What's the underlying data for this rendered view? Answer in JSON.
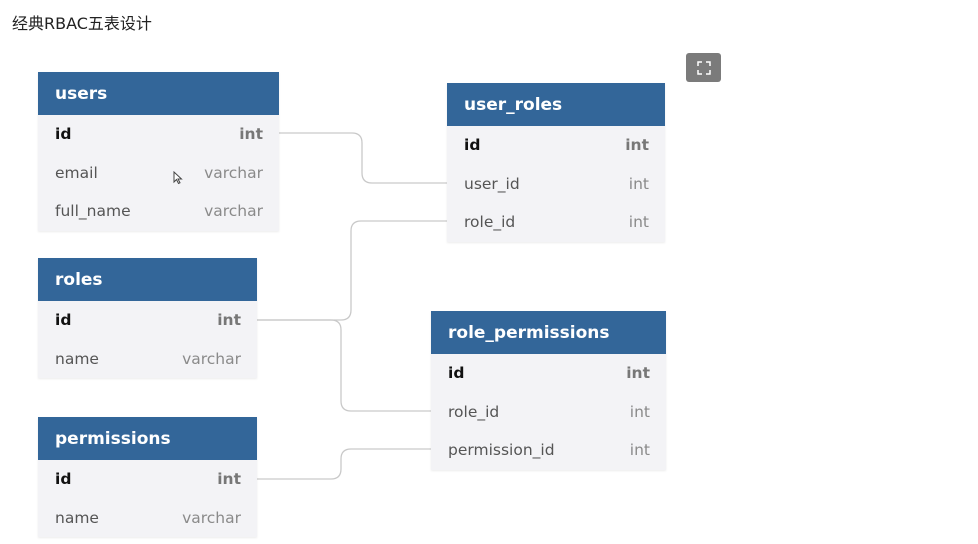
{
  "page_title": "经典RBAC五表设计",
  "icons": {
    "expand": "expand-icon",
    "cursor": "mouse-cursor-icon"
  },
  "colors": {
    "header": "#336699",
    "body": "#f3f3f6",
    "connector": "#c9c9c9",
    "expand_button": "#7b7b7b"
  },
  "tables": {
    "users": {
      "name": "users",
      "fields": [
        {
          "name": "id",
          "type": "int",
          "pk": true
        },
        {
          "name": "email",
          "type": "varchar"
        },
        {
          "name": "full_name",
          "type": "varchar"
        }
      ]
    },
    "roles": {
      "name": "roles",
      "fields": [
        {
          "name": "id",
          "type": "int",
          "pk": true
        },
        {
          "name": "name",
          "type": "varchar"
        }
      ]
    },
    "permissions": {
      "name": "permissions",
      "fields": [
        {
          "name": "id",
          "type": "int",
          "pk": true
        },
        {
          "name": "name",
          "type": "varchar"
        }
      ]
    },
    "user_roles": {
      "name": "user_roles",
      "fields": [
        {
          "name": "id",
          "type": "int",
          "pk": true
        },
        {
          "name": "user_id",
          "type": "int"
        },
        {
          "name": "role_id",
          "type": "int"
        }
      ]
    },
    "role_permissions": {
      "name": "role_permissions",
      "fields": [
        {
          "name": "id",
          "type": "int",
          "pk": true
        },
        {
          "name": "role_id",
          "type": "int"
        },
        {
          "name": "permission_id",
          "type": "int"
        }
      ]
    }
  },
  "relations": [
    {
      "from": "users.id",
      "to": "user_roles.user_id"
    },
    {
      "from": "roles.id",
      "to": "user_roles.role_id"
    },
    {
      "from": "roles.id",
      "to": "role_permissions.role_id"
    },
    {
      "from": "permissions.id",
      "to": "role_permissions.permission_id"
    }
  ]
}
